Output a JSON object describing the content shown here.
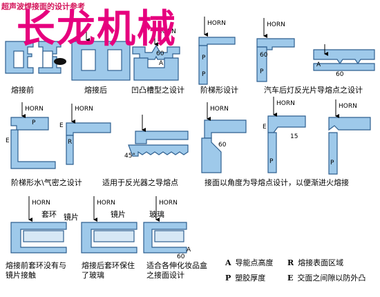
{
  "header": "超声波焊接面的设计参考",
  "watermark": "长龙机械",
  "labels": {
    "horn": "HORN",
    "p": "P",
    "a": "A",
    "r": "R",
    "e": "E",
    "num_60": "60",
    "num_15": "15",
    "num_45": "45°",
    "taohuan": "套环",
    "jingpian": "镜片",
    "boli": "玻璃"
  },
  "captions": [
    "熔接前",
    "熔接后",
    "凹凸槽型之设计",
    "阶梯形设计",
    "汽车后灯反光片导熔点之设计",
    "阶梯形水\\气密之设计",
    "适用于反光器之导熔点",
    "接面以角度为导熔点设计，以便渐进火熔接",
    "熔接前套环没有与",
    "镜片接触",
    "熔接后套环保住",
    "了玻璃",
    "适合各伸化妆品盒",
    "之接面设计"
  ],
  "legend": [
    {
      "key": "A",
      "text": "导能点高度"
    },
    {
      "key": "R",
      "text": "熔接表面区域"
    },
    {
      "key": "P",
      "text": "塑胶厚度"
    },
    {
      "key": "E",
      "text": "交面之间隙以防外凸"
    }
  ],
  "colors": {
    "part_fill": "#9ec9ea",
    "part_stroke": "#2e5f8f",
    "header": "#d4145a",
    "watermark": "#e6007e"
  }
}
